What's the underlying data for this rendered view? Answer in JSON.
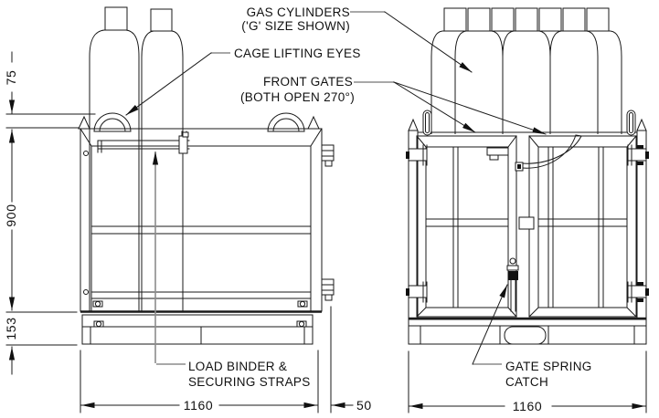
{
  "drawing": {
    "callouts": {
      "gas_cylinders": {
        "line1": "GAS CYLINDERS",
        "line2": "('G' SIZE SHOWN)"
      },
      "cage_lifting_eyes": {
        "line1": "CAGE LIFTING EYES"
      },
      "front_gates": {
        "line1": "FRONT GATES",
        "line2": "(BOTH OPEN 270°)"
      },
      "load_binder": {
        "line1": "LOAD BINDER &",
        "line2": "SECURING STRAPS"
      },
      "gate_spring_catch": {
        "line1": "GATE SPRING",
        "line2": "CATCH"
      }
    },
    "dimensions": {
      "lifting_eye_height": "75",
      "cage_height": "900",
      "pallet_height": "153",
      "side_view_width": "1160",
      "gate_clearance": "50",
      "front_view_width": "1160"
    },
    "colors": {
      "line": "#1a1a1a",
      "leader_gray": "#8c8c8c",
      "arrow_fill": "#111111",
      "background": "#ffffff"
    }
  }
}
